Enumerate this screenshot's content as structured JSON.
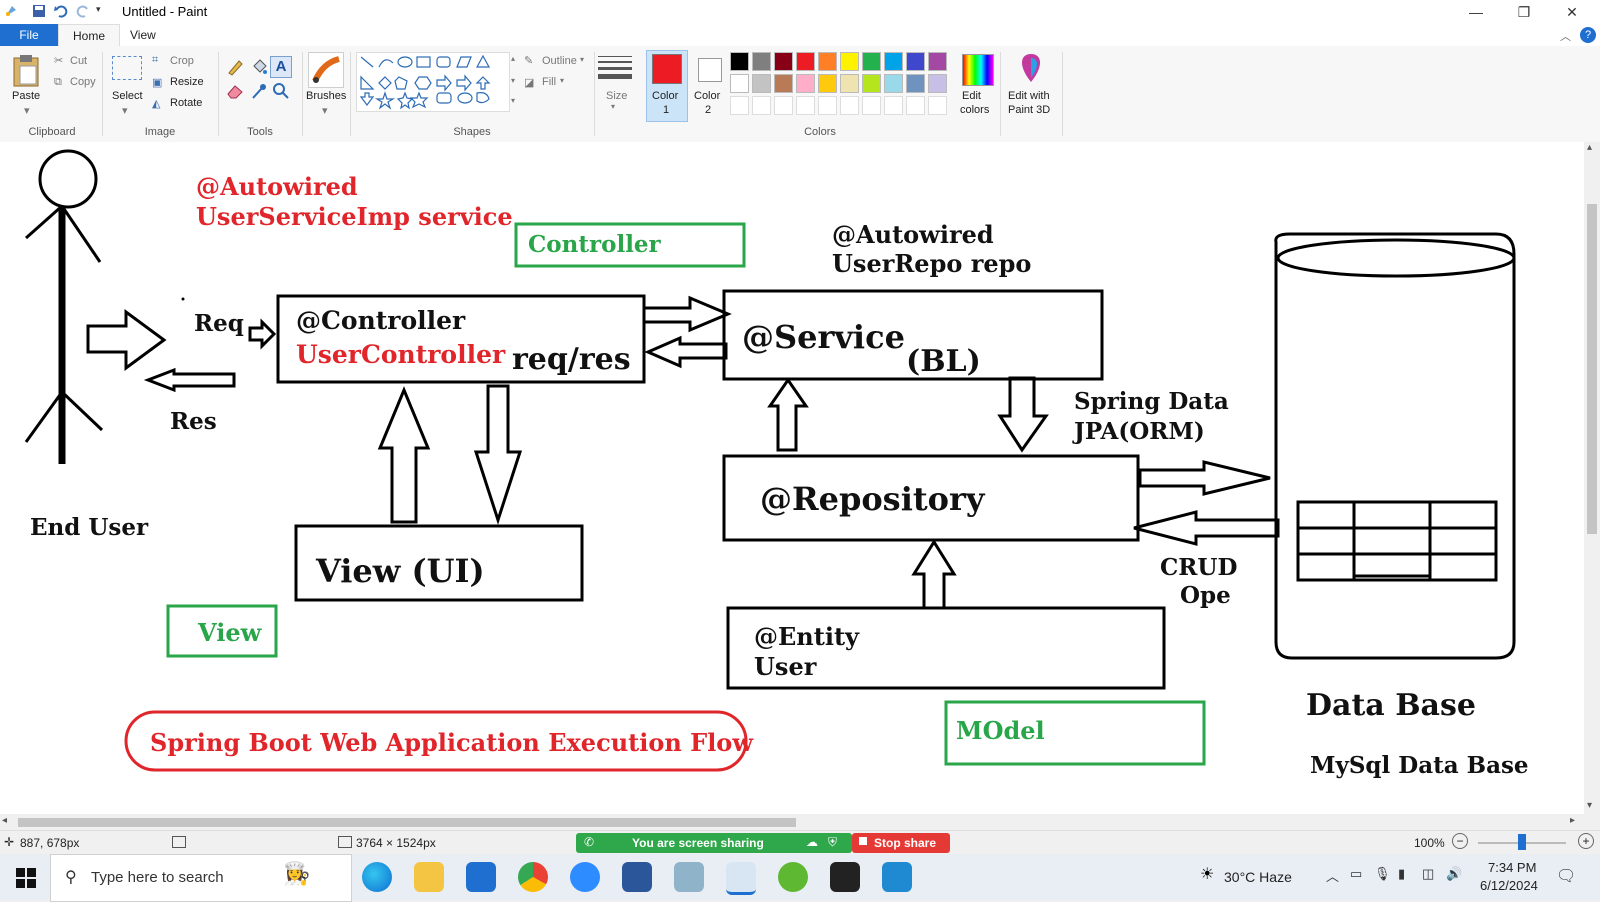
{
  "window": {
    "title": "Untitled - Paint",
    "min_label": "—",
    "max_label": "❐",
    "close_label": "✕"
  },
  "ribbon": {
    "tabs": [
      "File",
      "Home",
      "View"
    ],
    "clipboard": {
      "paste": "Paste",
      "cut": "Cut",
      "copy": "Copy",
      "group": "Clipboard"
    },
    "image": {
      "select": "Select",
      "crop": "Crop",
      "resize": "Resize",
      "rotate": "Rotate",
      "group": "Image"
    },
    "tools": {
      "group": "Tools"
    },
    "brushes": {
      "label": "Brushes"
    },
    "shapes": {
      "outline": "Outline",
      "fill": "Fill",
      "group": "Shapes"
    },
    "size": {
      "label": "Size"
    },
    "color1": {
      "label": "Color",
      "num": "1",
      "value": "#ed1c24"
    },
    "color2": {
      "label": "Color",
      "num": "2",
      "value": "#ffffff"
    },
    "colors": {
      "group": "Colors",
      "edit": "Edit",
      "edit2": "colors"
    },
    "paint3d": {
      "label": "Edit with",
      "label2": "Paint 3D"
    },
    "palette_row1": [
      "#000000",
      "#7f7f7f",
      "#880015",
      "#ed1c24",
      "#ff7f27",
      "#fff200",
      "#22b14c",
      "#00a2e8",
      "#3f48cc",
      "#a349a4"
    ],
    "palette_row2": [
      "#ffffff",
      "#c3c3c3",
      "#b97a57",
      "#ffaec9",
      "#ffc90e",
      "#efe4b0",
      "#b5e61d",
      "#99d9ea",
      "#7092be",
      "#c8bfe7"
    ]
  },
  "diagram": {
    "autowired_ctrl_1": "@Autowired",
    "autowired_ctrl_2": "UserServiceImp service",
    "controller_tag": "Controller",
    "autowired_svc_1": "@Autowired",
    "autowired_svc_2": "UserRepo repo",
    "req": "Req",
    "res": "Res",
    "end_user": "End User",
    "controller_anno": "@Controller",
    "controller_class": "UserController",
    "req_res": "req/res",
    "service_anno": "@Service",
    "service_bl": "(BL)",
    "spring_data_1": "Spring Data",
    "spring_data_2": "JPA(ORM)",
    "repository": "@Repository",
    "view_ui": "View (UI)",
    "view_tag": "View",
    "entity_1": "@Entity",
    "entity_2": "User",
    "crud_1": "CRUD",
    "crud_2": "Ope",
    "model_tag": "MOdel",
    "database": "Data Base",
    "mysql": "MySql Data Base",
    "flow_title": "Spring Boot Web Application Execution Flow"
  },
  "status": {
    "cursor": "887, 678px",
    "canvas_size": "3764 × 1524px",
    "sharing": "You are screen sharing",
    "stop_share": "Stop share",
    "zoom": "100%"
  },
  "taskbar": {
    "search_placeholder": "Type here to search",
    "weather": "30°C  Haze",
    "time": "7:34 PM",
    "date": "6/12/2024"
  }
}
